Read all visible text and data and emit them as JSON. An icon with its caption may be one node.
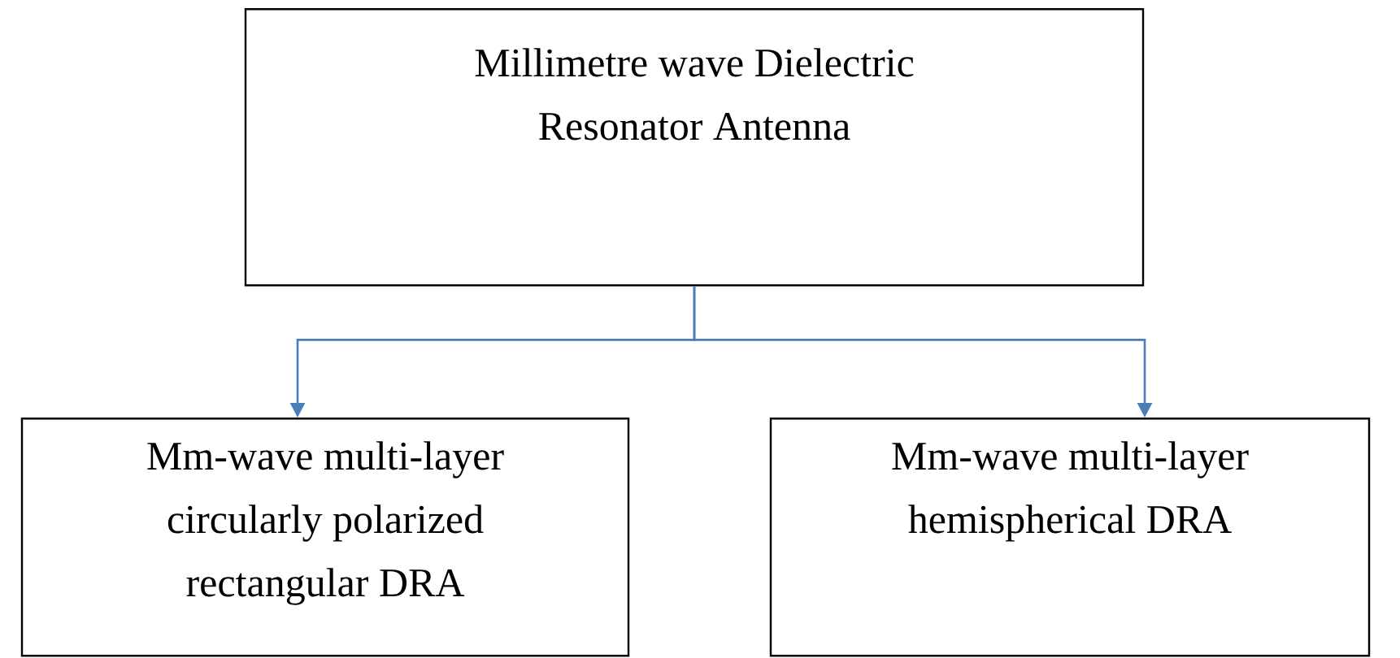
{
  "diagram": {
    "nodes": [
      {
        "text": [
          "Millimetre wave Dielectric Resonator Antenna"
        ]
      },
      {
        "text": [
          "Mm-wave multi-layer circularly polarized rectangular DRA"
        ]
      },
      {
        "text": [
          "Mm-wave multi-layer hemispherical DRA"
        ]
      }
    ],
    "edges": [
      {
        "from": 0,
        "to": 1,
        "arrow": "to",
        "color": "#4a7ebb"
      },
      {
        "from": 0,
        "to": 2,
        "arrow": "to",
        "color": "#4a7ebb"
      }
    ]
  }
}
